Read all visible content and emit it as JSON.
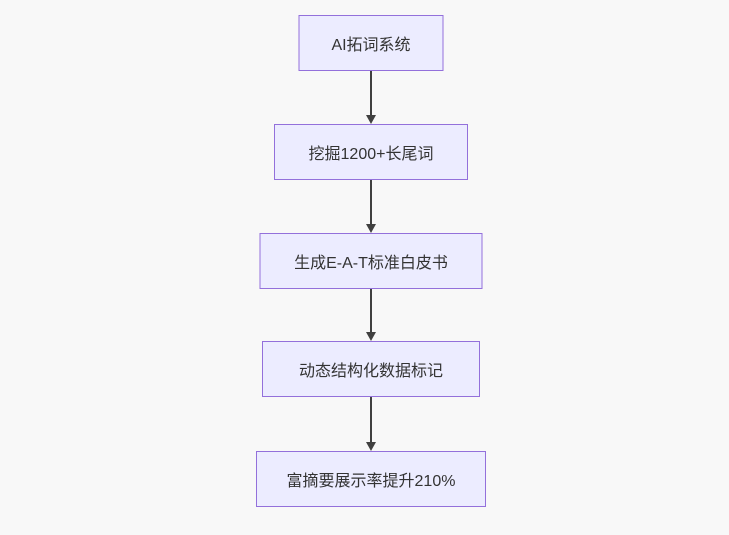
{
  "canvas": {
    "background": "#f8f8f8"
  },
  "flowchart": {
    "type": "flow-top-down",
    "node_fill": "#ECECFF",
    "node_border": "#9370DB",
    "text_color": "#333333",
    "arrow_color": "#404040",
    "nodes": [
      {
        "label": "AI拓词系统"
      },
      {
        "label": "挖掘1200+长尾词"
      },
      {
        "label": "生成E-A-T标准白皮书"
      },
      {
        "label": "动态结构化数据标记"
      },
      {
        "label": "富摘要展示率提升210%"
      }
    ],
    "edges": [
      {
        "from": 0,
        "to": 1
      },
      {
        "from": 1,
        "to": 2
      },
      {
        "from": 2,
        "to": 3
      },
      {
        "from": 3,
        "to": 4
      }
    ]
  }
}
